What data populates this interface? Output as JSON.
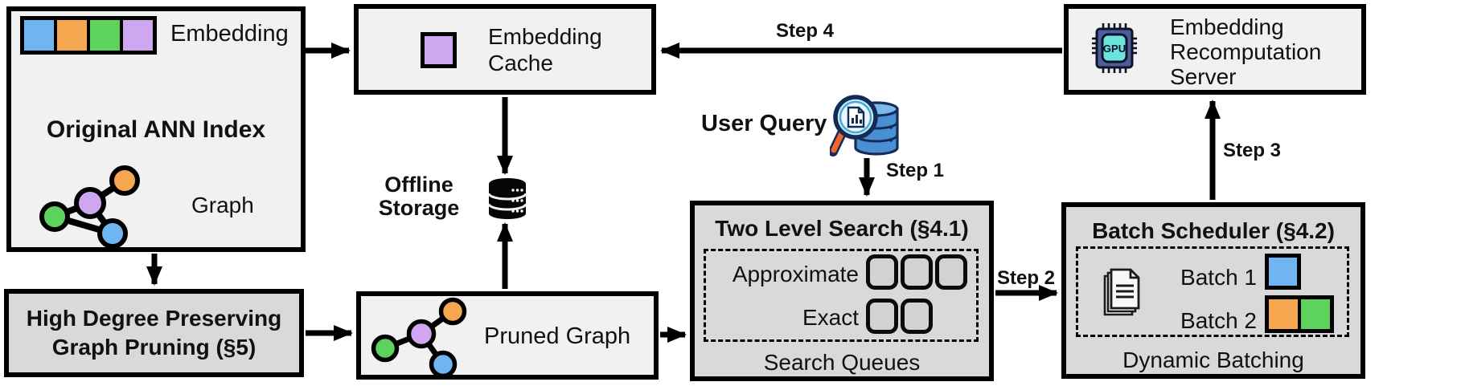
{
  "diagram": {
    "original_index": {
      "embedding_label": "Embedding",
      "title": "Original ANN Index",
      "graph_label": "Graph"
    },
    "embedding_cache": {
      "label": "Embedding Cache"
    },
    "recomputation_server": {
      "label": "Embedding Recomputation Server"
    },
    "gpu_chip_label": "GPU",
    "offline_storage": {
      "line1": "Offline",
      "line2": "Storage"
    },
    "user_query": {
      "label": "User Query"
    },
    "high_degree_pruning": {
      "line1": "High Degree Preserving",
      "line2": "Graph Pruning (§5)"
    },
    "pruned_graph": {
      "label": "Pruned Graph"
    },
    "two_level_search": {
      "title": "Two Level Search (§4.1)",
      "approximate_label": "Approximate",
      "exact_label": "Exact",
      "footer": "Search Queues"
    },
    "batch_scheduler": {
      "title": "Batch Scheduler (§4.2)",
      "batch1_label": "Batch 1",
      "batch2_label": "Batch 2",
      "footer": "Dynamic Batching"
    },
    "steps": {
      "step1": "Step 1",
      "step2": "Step 2",
      "step3": "Step 3",
      "step4": "Step 4"
    },
    "colors": {
      "blue": "#6FB5F2",
      "orange": "#F6A850",
      "green": "#5DD35E",
      "purple": "#CFA7F0",
      "box_light": "#F1F1F1",
      "box_dark": "#D9D9D9",
      "queue_fill": "#D2D2D2"
    }
  }
}
